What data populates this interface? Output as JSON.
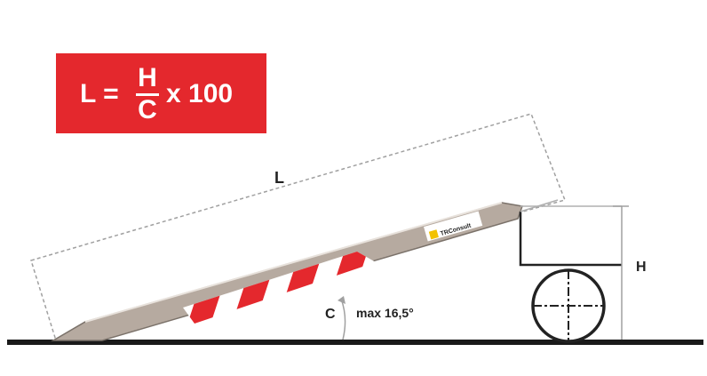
{
  "formula": {
    "lhs": "L =",
    "numerator": "H",
    "denominator": "C",
    "multiplier": "x 100"
  },
  "labels": {
    "length": "L",
    "height": "H",
    "run": "C",
    "angle": "max 16,5°",
    "brand": "TRConsult"
  },
  "colors": {
    "formula_background": "#e4282d",
    "ramp_fill": "#b6aaa0",
    "stripe_red": "#e4282d",
    "stripe_white": "#ffffff",
    "ground": "#1a1a1a",
    "dimension_line": "#999999",
    "logo_yellow": "#f2c200"
  }
}
